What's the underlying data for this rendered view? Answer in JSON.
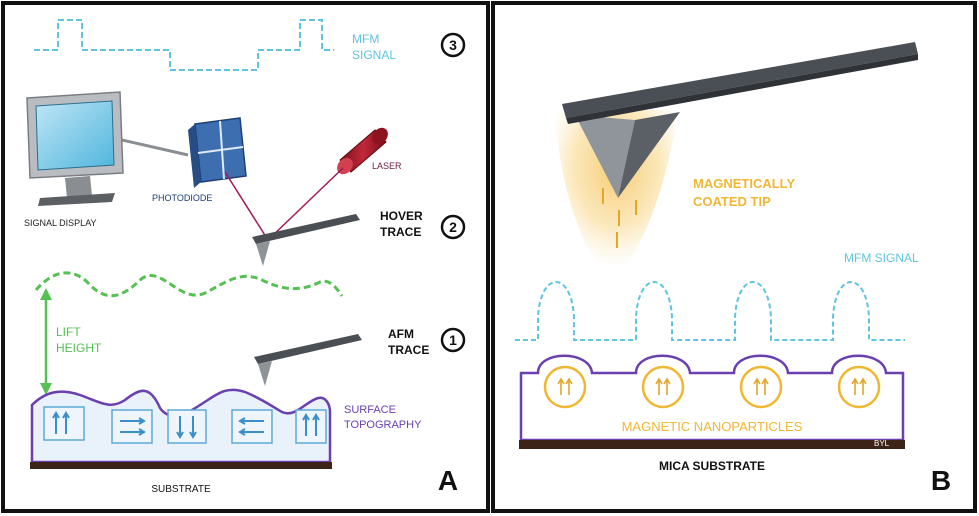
{
  "panel_a": {
    "letter": "A",
    "mfm_signal": [
      "MFM",
      "SIGNAL"
    ],
    "step3": "3",
    "step2": "2",
    "step1": "1",
    "laser": "LASER",
    "photodiode": "PHOTODIODE",
    "signal_display": "SIGNAL DISPLAY",
    "hover_trace": [
      "HOVER",
      "TRACE"
    ],
    "lift_height": [
      "LIFT",
      "HEIGHT"
    ],
    "afm_trace": [
      "AFM",
      "TRACE"
    ],
    "surface_topography": [
      "SURFACE",
      "TOPOGRAPHY"
    ],
    "substrate": "SUBSTRATE"
  },
  "panel_b": {
    "letter": "B",
    "coated_tip": [
      "MAGNETICALLY",
      "COATED TIP"
    ],
    "mfm_signal": "MFM SIGNAL",
    "nanoparticles": "MAGNETIC NANOPARTICLES",
    "mica_substrate": "MICA SUBSTRATE",
    "initials": "BYL"
  },
  "colors": {
    "cyan": "#5ec4df",
    "green": "#55c152",
    "purple": "#6a3fb0",
    "gold": "#f0b733",
    "laser_red": "#b01b2b",
    "substrate_brown": "#3d2418",
    "cantilever_gray": "#4a4f55"
  }
}
